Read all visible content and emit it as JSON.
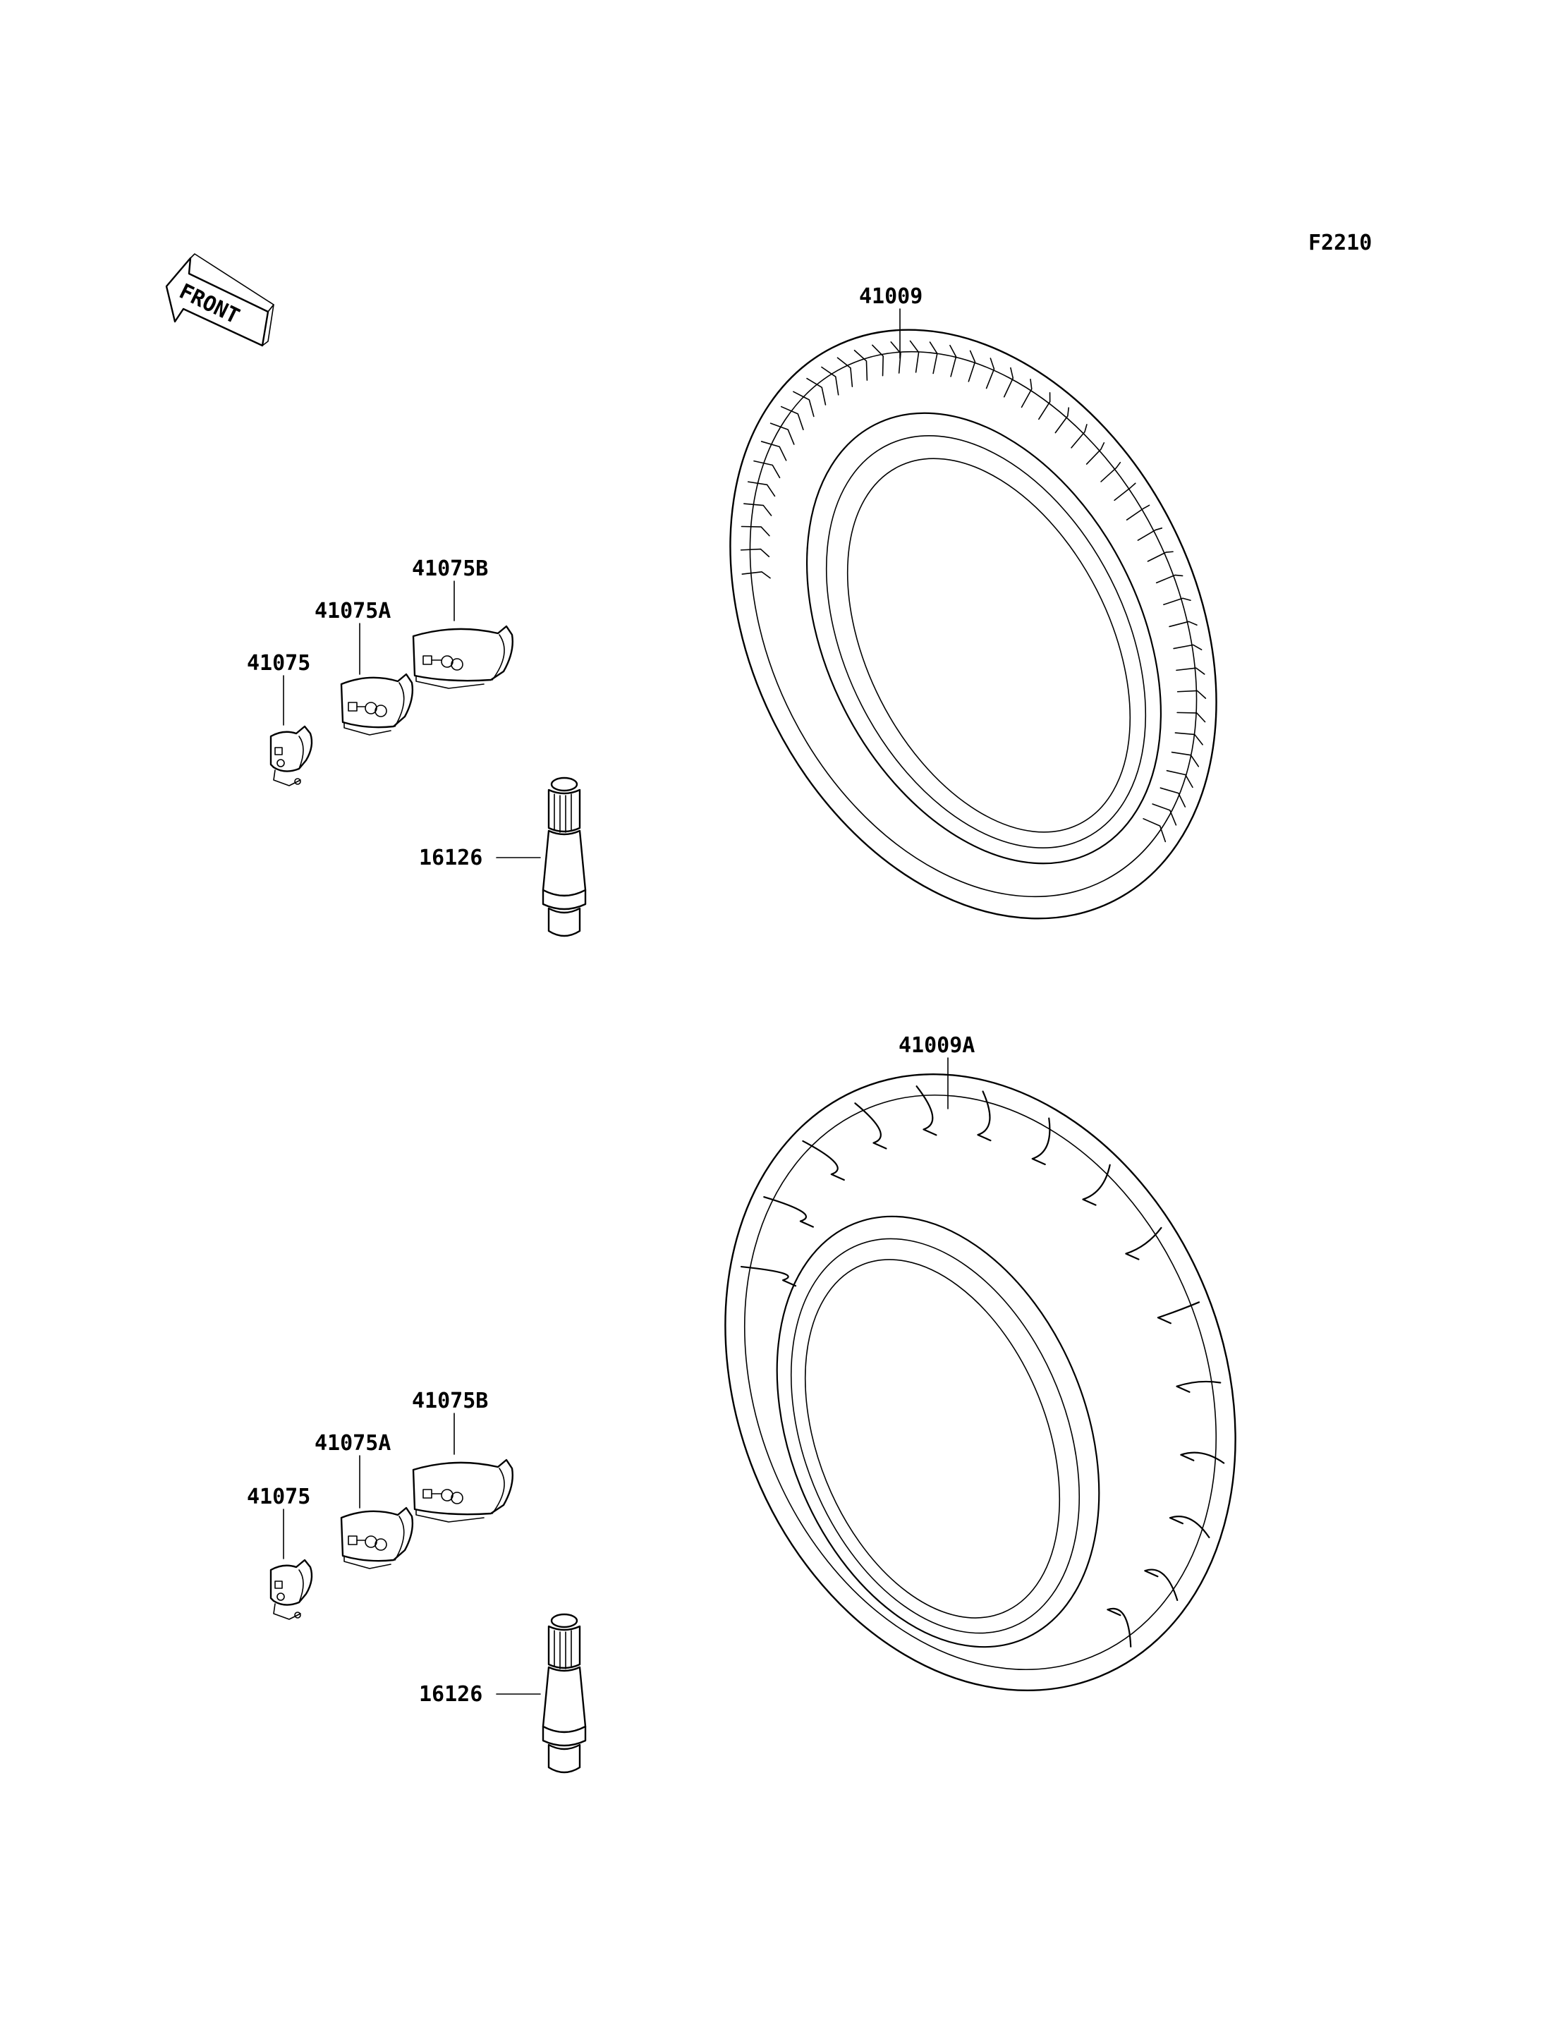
{
  "figure_code": "F2210",
  "direction_marker": "FRONT",
  "front_group": {
    "tire_label": "41009",
    "weight_small_label": "41075",
    "weight_medium_label": "41075A",
    "weight_large_label": "41075B",
    "valve_label": "16126"
  },
  "rear_group": {
    "tire_label": "41009A",
    "weight_small_label": "41075",
    "weight_medium_label": "41075A",
    "weight_large_label": "41075B",
    "valve_label": "16126"
  }
}
